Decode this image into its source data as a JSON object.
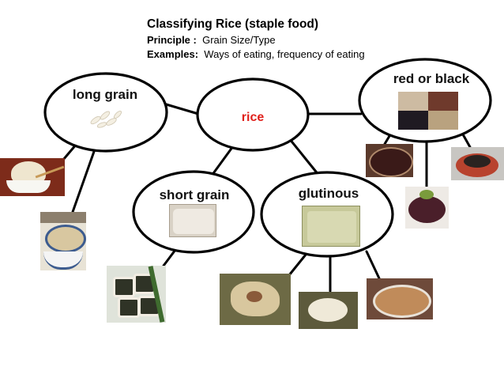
{
  "header": {
    "title": "Classifying Rice (staple food)",
    "principle_label": "Principle :",
    "principle_value": "Grain Size/Type",
    "examples_label": "Examples:",
    "examples_value": "Ways of eating, frequency of eating"
  },
  "nodes": {
    "rice": "rice",
    "long_grain": "long grain",
    "red_or_black": "red or black",
    "short_grain": "short grain",
    "glutinous": "glutinous"
  },
  "colors": {
    "rice_label": "#e0201b",
    "outline": "#000000"
  }
}
